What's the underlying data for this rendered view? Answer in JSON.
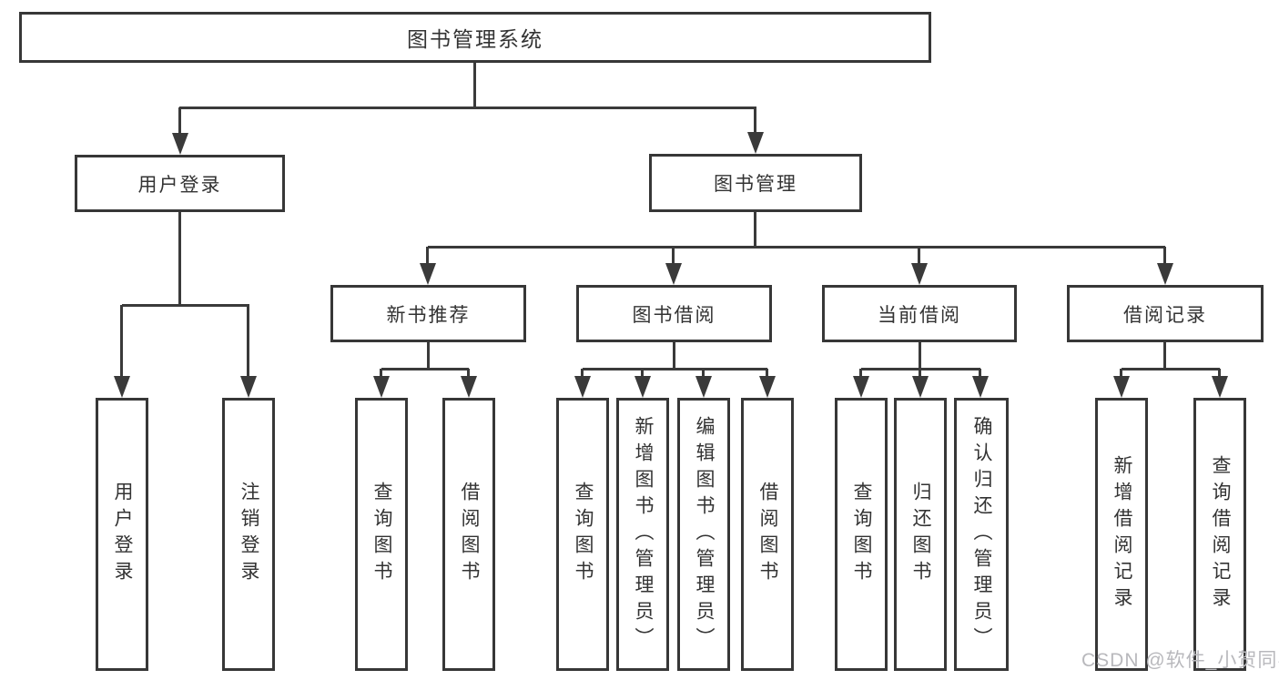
{
  "colors": {
    "background": "#ffffff",
    "line": "#3a3a3a",
    "box_border": "#373737",
    "text": "#333333",
    "watermark": "#b8b8bc"
  },
  "watermark": {
    "text": "CSDN @软件_小贺同学"
  },
  "nodes": {
    "root": {
      "label": "图书管理系统"
    },
    "level2": [
      {
        "label": "用户登录"
      },
      {
        "label": "图书管理"
      }
    ],
    "level3": [
      {
        "label": "新书推荐"
      },
      {
        "label": "图书借阅"
      },
      {
        "label": "当前借阅"
      },
      {
        "label": "借阅记录"
      }
    ],
    "leaves": [
      {
        "label": "用户登录"
      },
      {
        "label": "注销登录"
      },
      {
        "label": "查询图书"
      },
      {
        "label": "借阅图书"
      },
      {
        "label": "查询图书"
      },
      {
        "label": "新增图书（管理员）"
      },
      {
        "label": "编辑图书（管理员）"
      },
      {
        "label": "借阅图书"
      },
      {
        "label": "查询图书"
      },
      {
        "label": "归还图书"
      },
      {
        "label": "确认归还（管理员）"
      },
      {
        "label": "新增借阅记录"
      },
      {
        "label": "查询借阅记录"
      }
    ]
  }
}
